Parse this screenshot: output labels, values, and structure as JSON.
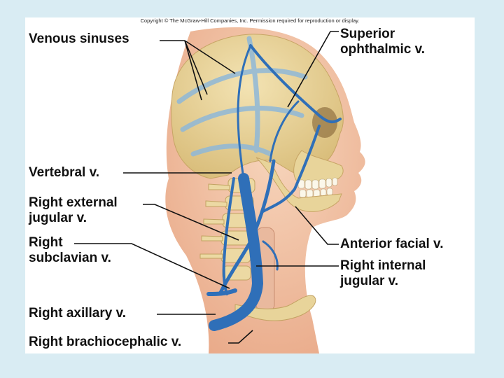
{
  "copyright": "Copyright © The McGraw-Hill Companies, Inc. Permission required for reproduction or display.",
  "labels": {
    "venous_sinuses": "Venous sinuses",
    "superior_ophthalmic_1": "Superior",
    "superior_ophthalmic_2": "ophthalmic v.",
    "vertebral": "Vertebral v.",
    "right_external_jugular_1": "Right external",
    "right_external_jugular_2": "jugular v.",
    "right_subclavian_1": "Right",
    "right_subclavian_2": "subclavian v.",
    "anterior_facial": "Anterior facial v.",
    "right_internal_jugular_1": "Right internal",
    "right_internal_jugular_2": "jugular v.",
    "right_axillary": "Right axillary v.",
    "right_brachiocephalic": "Right brachiocephalic v."
  },
  "colors": {
    "background": "#d9ecf3",
    "skin": "#f2c6a6",
    "bone": "#e8d49a",
    "vein": "#2f6fb8",
    "leader_line": "#111111"
  }
}
